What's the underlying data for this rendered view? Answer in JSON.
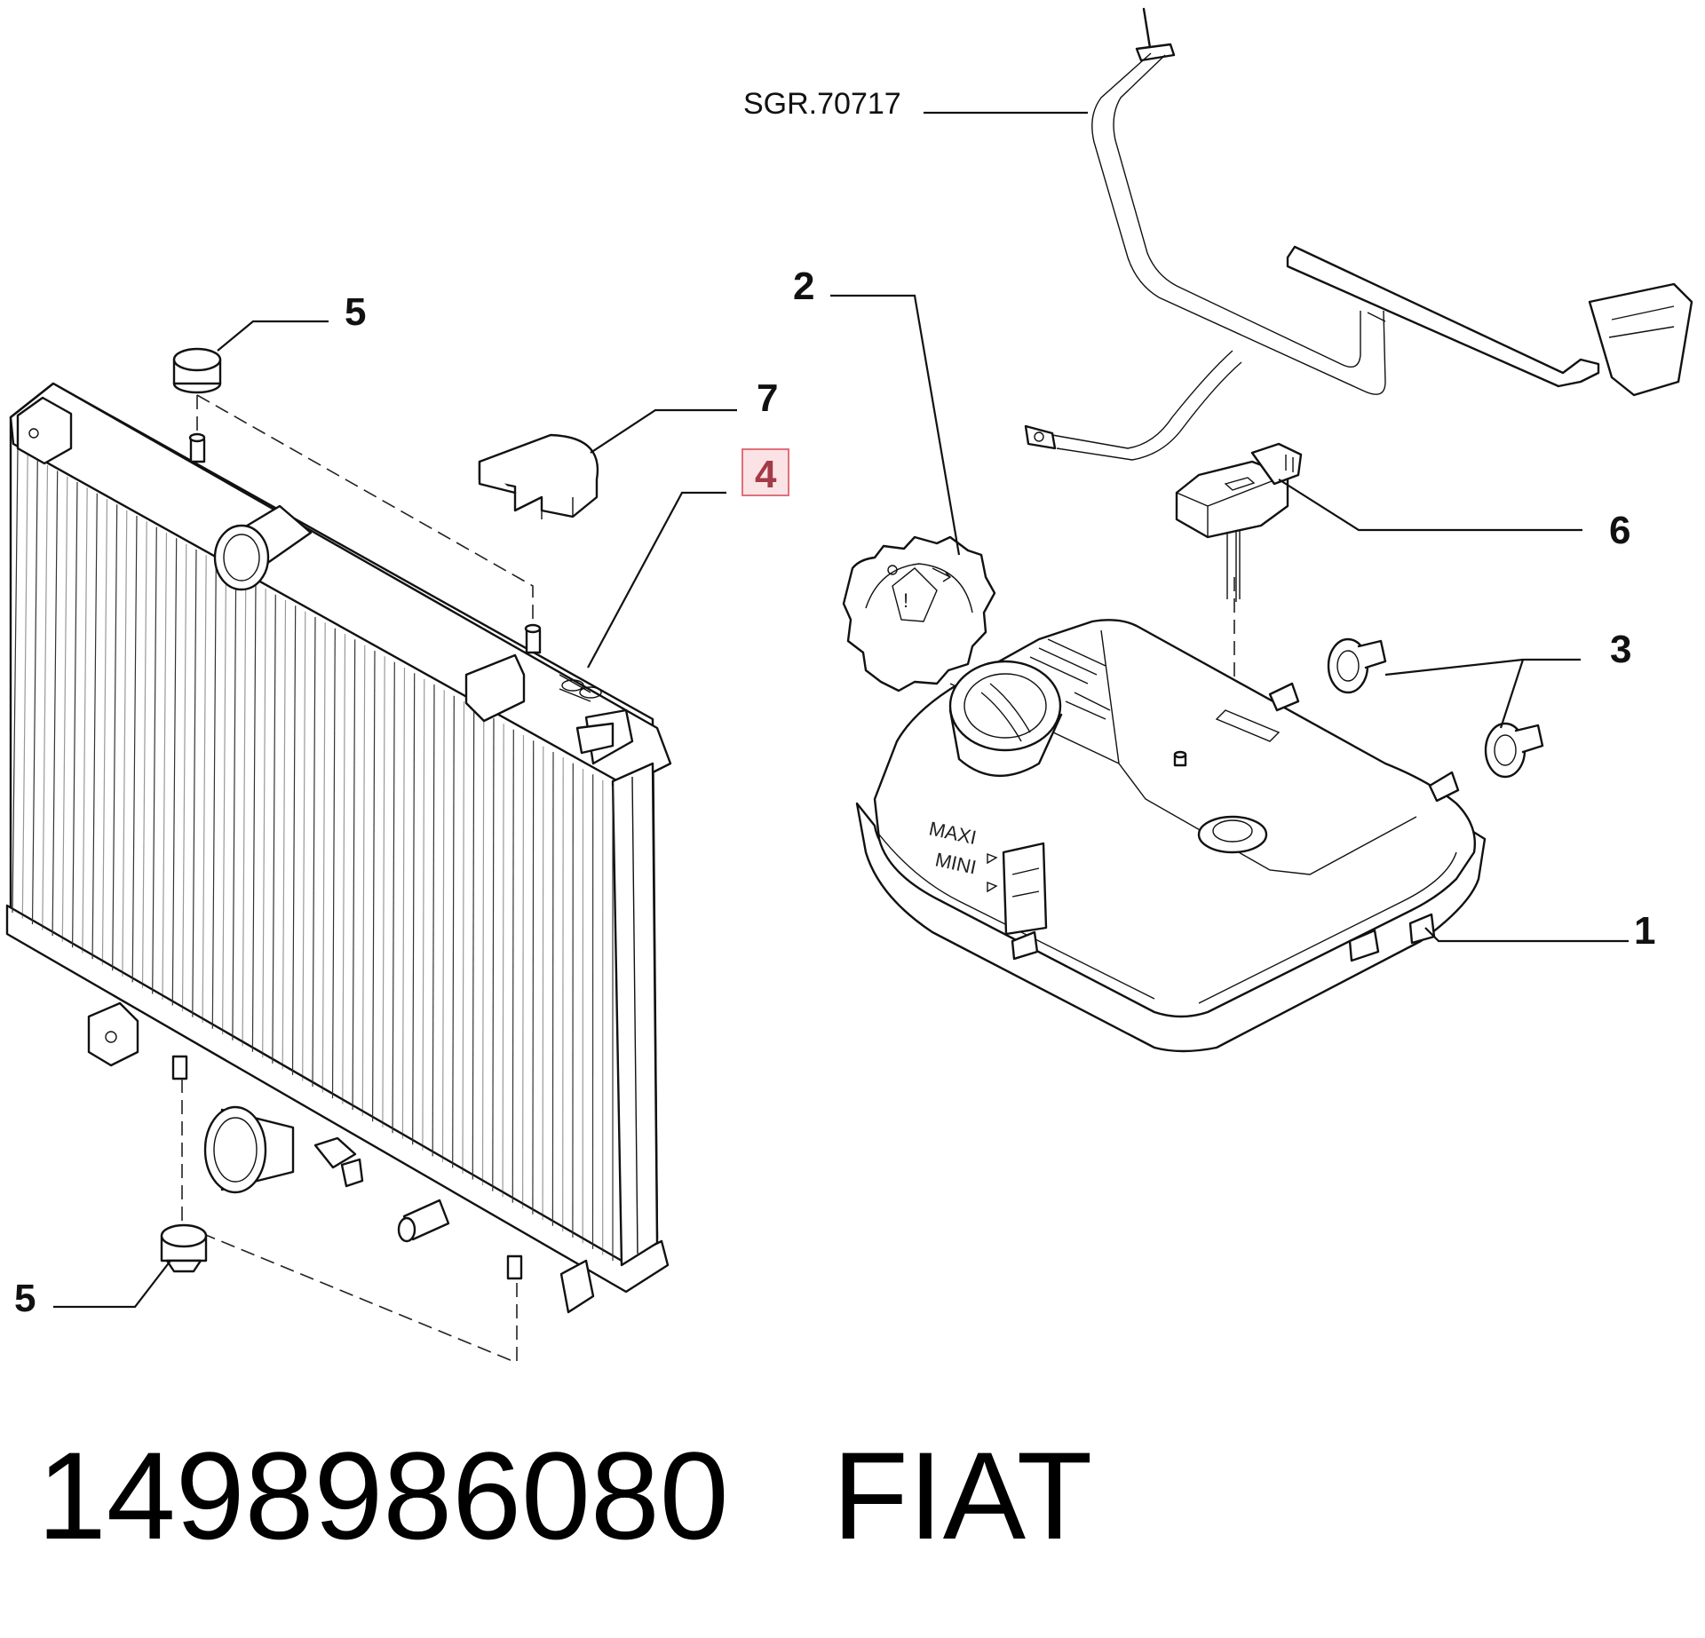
{
  "callouts": {
    "c1": "1",
    "c2": "2",
    "c3": "3",
    "c4": "4",
    "c5_top": "5",
    "c5_bottom": "5",
    "c6": "6",
    "c7": "7"
  },
  "reference": "SGR.70717",
  "tank_labels": {
    "maxi": "MAXI",
    "mini": "MINI"
  },
  "footer": {
    "part_number": "1498986080",
    "brand": "FIAT"
  },
  "colors": {
    "highlight_border": "#e0707a",
    "highlight_fill": "#fbe3e5",
    "line": "#111111"
  }
}
